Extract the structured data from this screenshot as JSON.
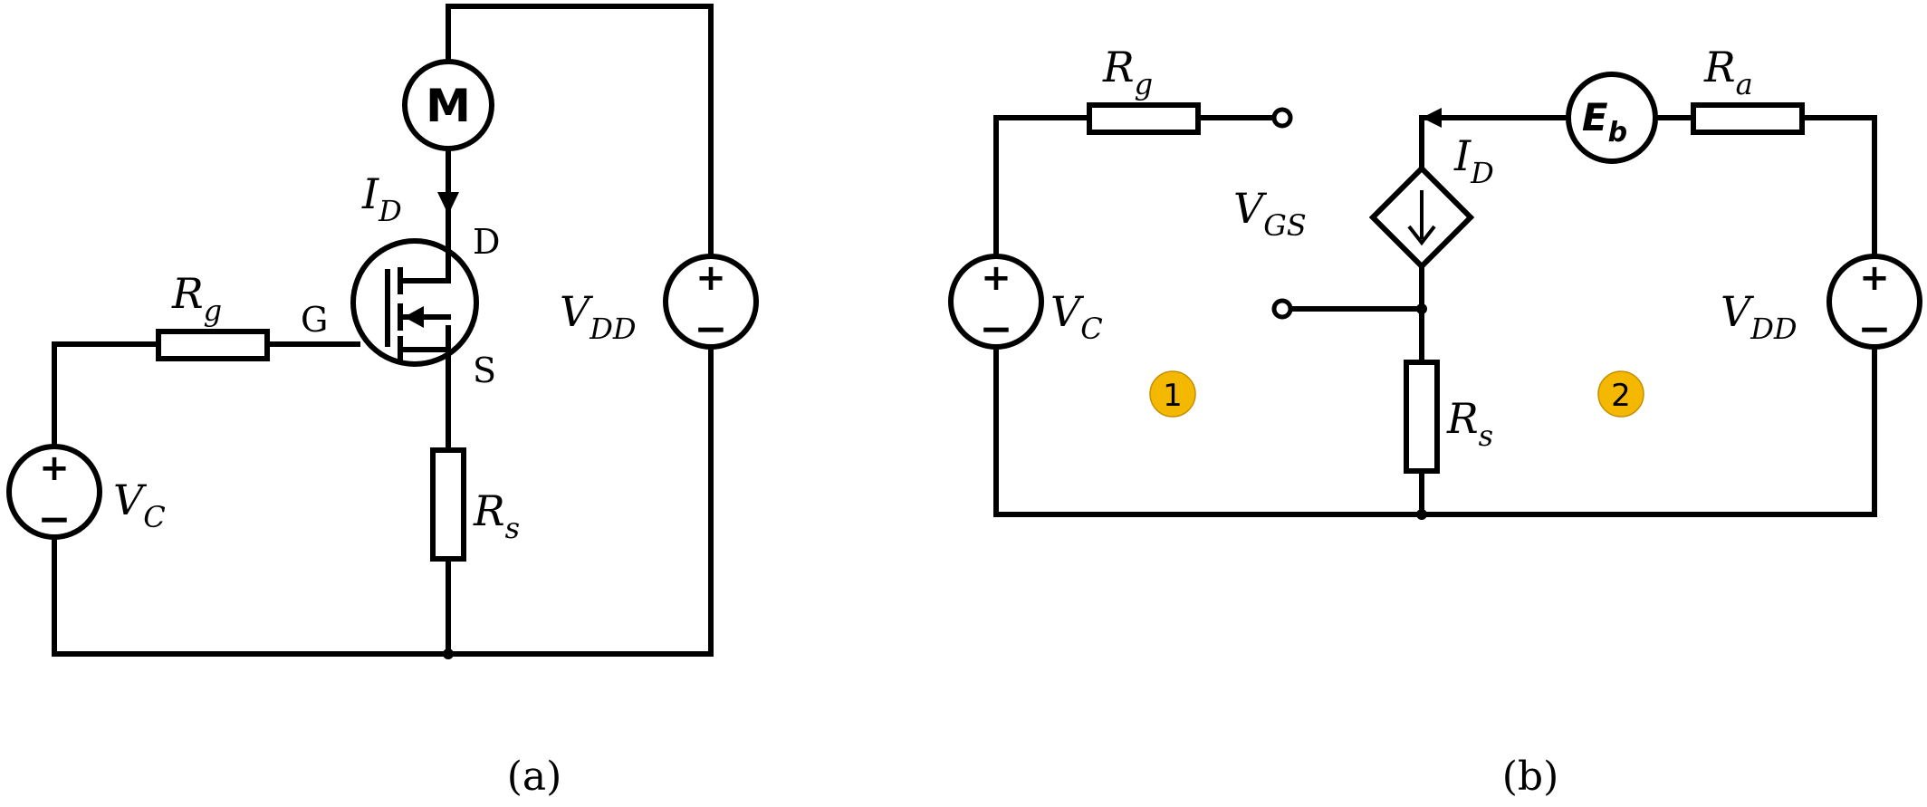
{
  "panel_a": {
    "caption": "(a)",
    "motor": {
      "symbol": "M"
    },
    "current": {
      "var": "I",
      "sub": "D"
    },
    "pins": {
      "drain": "D",
      "gate": "G",
      "source": "S"
    },
    "gate_resistor": {
      "var": "R",
      "sub": "g"
    },
    "source_resistor": {
      "var": "R",
      "sub": "s"
    },
    "control_source": {
      "var": "V",
      "sub": "C",
      "plus": "+",
      "minus": "−"
    },
    "supply_source": {
      "var": "V",
      "sub": "DD",
      "plus": "+",
      "minus": "−"
    }
  },
  "panel_b": {
    "caption": "(b)",
    "gate_resistor": {
      "var": "R",
      "sub": "g"
    },
    "armature_resistor": {
      "var": "R",
      "sub": "a"
    },
    "back_emf": {
      "var": "E",
      "sub": "b"
    },
    "current": {
      "var": "I",
      "sub": "D"
    },
    "gate_source_voltage": {
      "var": "V",
      "sub": "GS"
    },
    "control_source": {
      "var": "V",
      "sub": "C",
      "plus": "+",
      "minus": "−"
    },
    "supply_source": {
      "var": "V",
      "sub": "DD",
      "plus": "+",
      "minus": "−"
    },
    "source_resistor": {
      "var": "R",
      "sub": "s"
    },
    "loop_1": "1",
    "loop_2": "2"
  }
}
